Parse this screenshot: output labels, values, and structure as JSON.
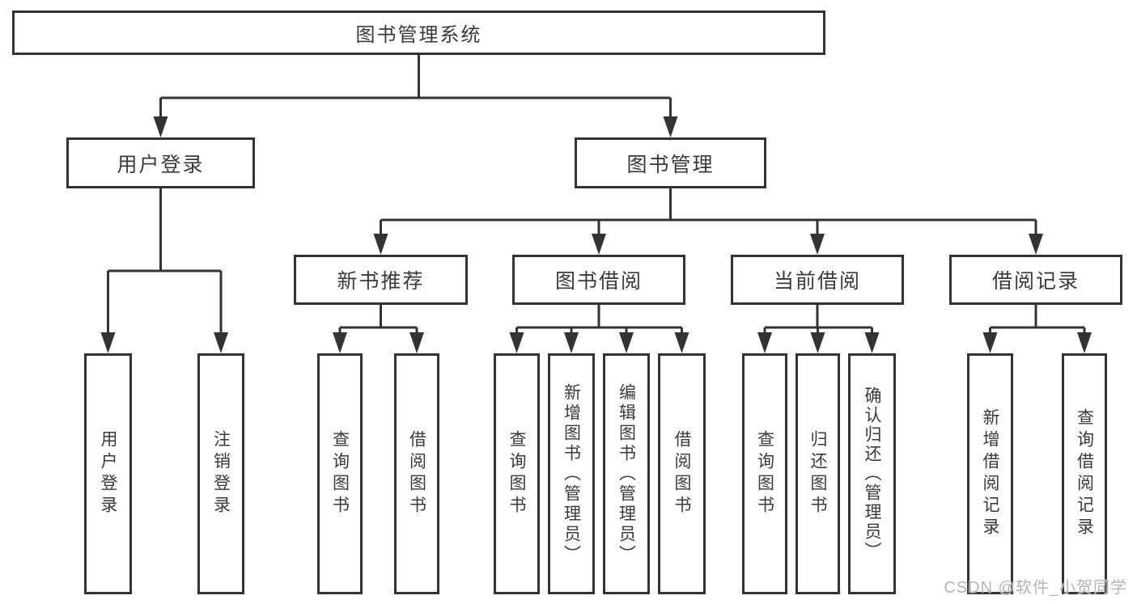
{
  "diagram_title": "图书管理系统",
  "tree": {
    "label": "图书管理系统",
    "children": [
      {
        "label": "用户登录",
        "children": [
          {
            "label": "用户登录"
          },
          {
            "label": "注销登录"
          }
        ]
      },
      {
        "label": "图书管理",
        "children": [
          {
            "label": "新书推荐",
            "children": [
              {
                "label": "查询图书"
              },
              {
                "label": "借阅图书"
              }
            ]
          },
          {
            "label": "图书借阅",
            "children": [
              {
                "label": "查询图书"
              },
              {
                "label": "新增图书（管理员）"
              },
              {
                "label": "编辑图书（管理员）"
              },
              {
                "label": "借阅图书"
              }
            ]
          },
          {
            "label": "当前借阅",
            "children": [
              {
                "label": "查询图书"
              },
              {
                "label": "归还图书"
              },
              {
                "label": "确认归还（管理员）"
              }
            ]
          },
          {
            "label": "借阅记录",
            "children": [
              {
                "label": "新增借阅记录"
              },
              {
                "label": "查询借阅记录"
              }
            ]
          }
        ]
      }
    ]
  },
  "watermark": {
    "text": "CSDN @软件_小贺同学"
  },
  "colors": {
    "line": "#333333",
    "text": "#3a3a3a",
    "boxbg": "#ffffff",
    "watermark": "#b5b5b5",
    "background": "#ffffff"
  }
}
